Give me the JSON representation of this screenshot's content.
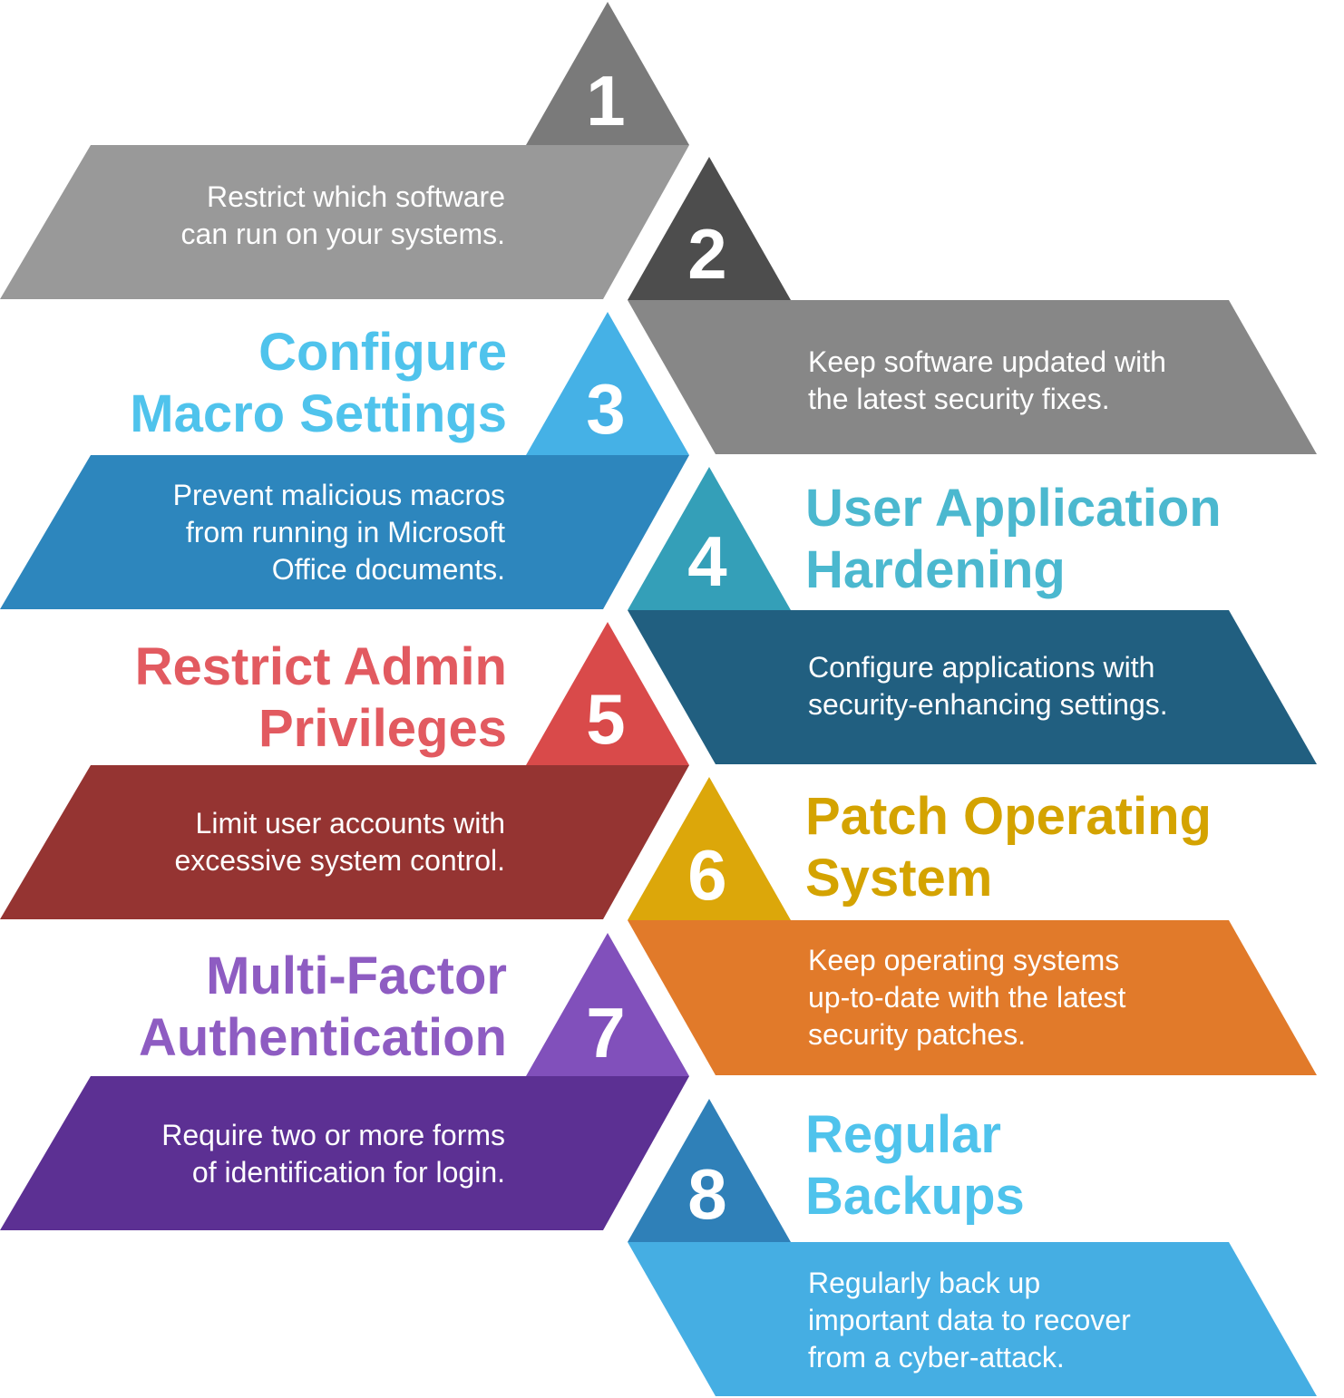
{
  "steps": [
    {
      "number": "1",
      "title": [
        "",
        ""
      ],
      "description": [
        "Restrict which software",
        "can run on your systems."
      ],
      "colors": {
        "triangle": "#7a7a7a",
        "band": "#999999",
        "title": "#ffffff"
      }
    },
    {
      "number": "2",
      "title": [
        "",
        ""
      ],
      "description": [
        "Keep software updated with",
        "the latest security fixes."
      ],
      "colors": {
        "triangle": "#4d4d4d",
        "band": "#878787",
        "title": "#ffffff"
      }
    },
    {
      "number": "3",
      "title": [
        "Configure",
        "Macro Settings"
      ],
      "description": [
        "Prevent malicious macros",
        "from running in Microsoft",
        "Office documents."
      ],
      "colors": {
        "triangle": "#45b1e6",
        "band": "#2d86bd",
        "title": "#4fc3ec"
      }
    },
    {
      "number": "4",
      "title": [
        "User Application",
        "Hardening"
      ],
      "description": [
        "Configure applications with",
        "security-enhancing settings."
      ],
      "colors": {
        "triangle": "#349fb8",
        "band": "#215f80",
        "title": "#4bb8cf"
      }
    },
    {
      "number": "5",
      "title": [
        "Restrict Admin",
        "Privileges"
      ],
      "description": [
        "Limit user accounts with",
        "excessive system control."
      ],
      "colors": {
        "triangle": "#d94a4a",
        "band": "#953432",
        "title": "#e25a60"
      }
    },
    {
      "number": "6",
      "title": [
        "Patch Operating",
        "System"
      ],
      "description": [
        "Keep operating systems",
        "up-to-date with the latest",
        "security patches."
      ],
      "colors": {
        "triangle": "#dca70a",
        "band": "#e17a2a",
        "title": "#d4a300"
      }
    },
    {
      "number": "7",
      "title": [
        "Multi-Factor",
        "Authentication"
      ],
      "description": [
        "Require two or more forms",
        "of identification for login."
      ],
      "colors": {
        "triangle": "#8150bb",
        "band": "#5c3093",
        "title": "#8e5cc2"
      }
    },
    {
      "number": "8",
      "title": [
        "Regular",
        "Backups"
      ],
      "description": [
        "Regularly back up",
        "important data to recover",
        "from a cyber-attack."
      ],
      "colors": {
        "triangle": "#2f80b8",
        "band": "#45aee3",
        "title": "#4fc3ec"
      }
    }
  ]
}
